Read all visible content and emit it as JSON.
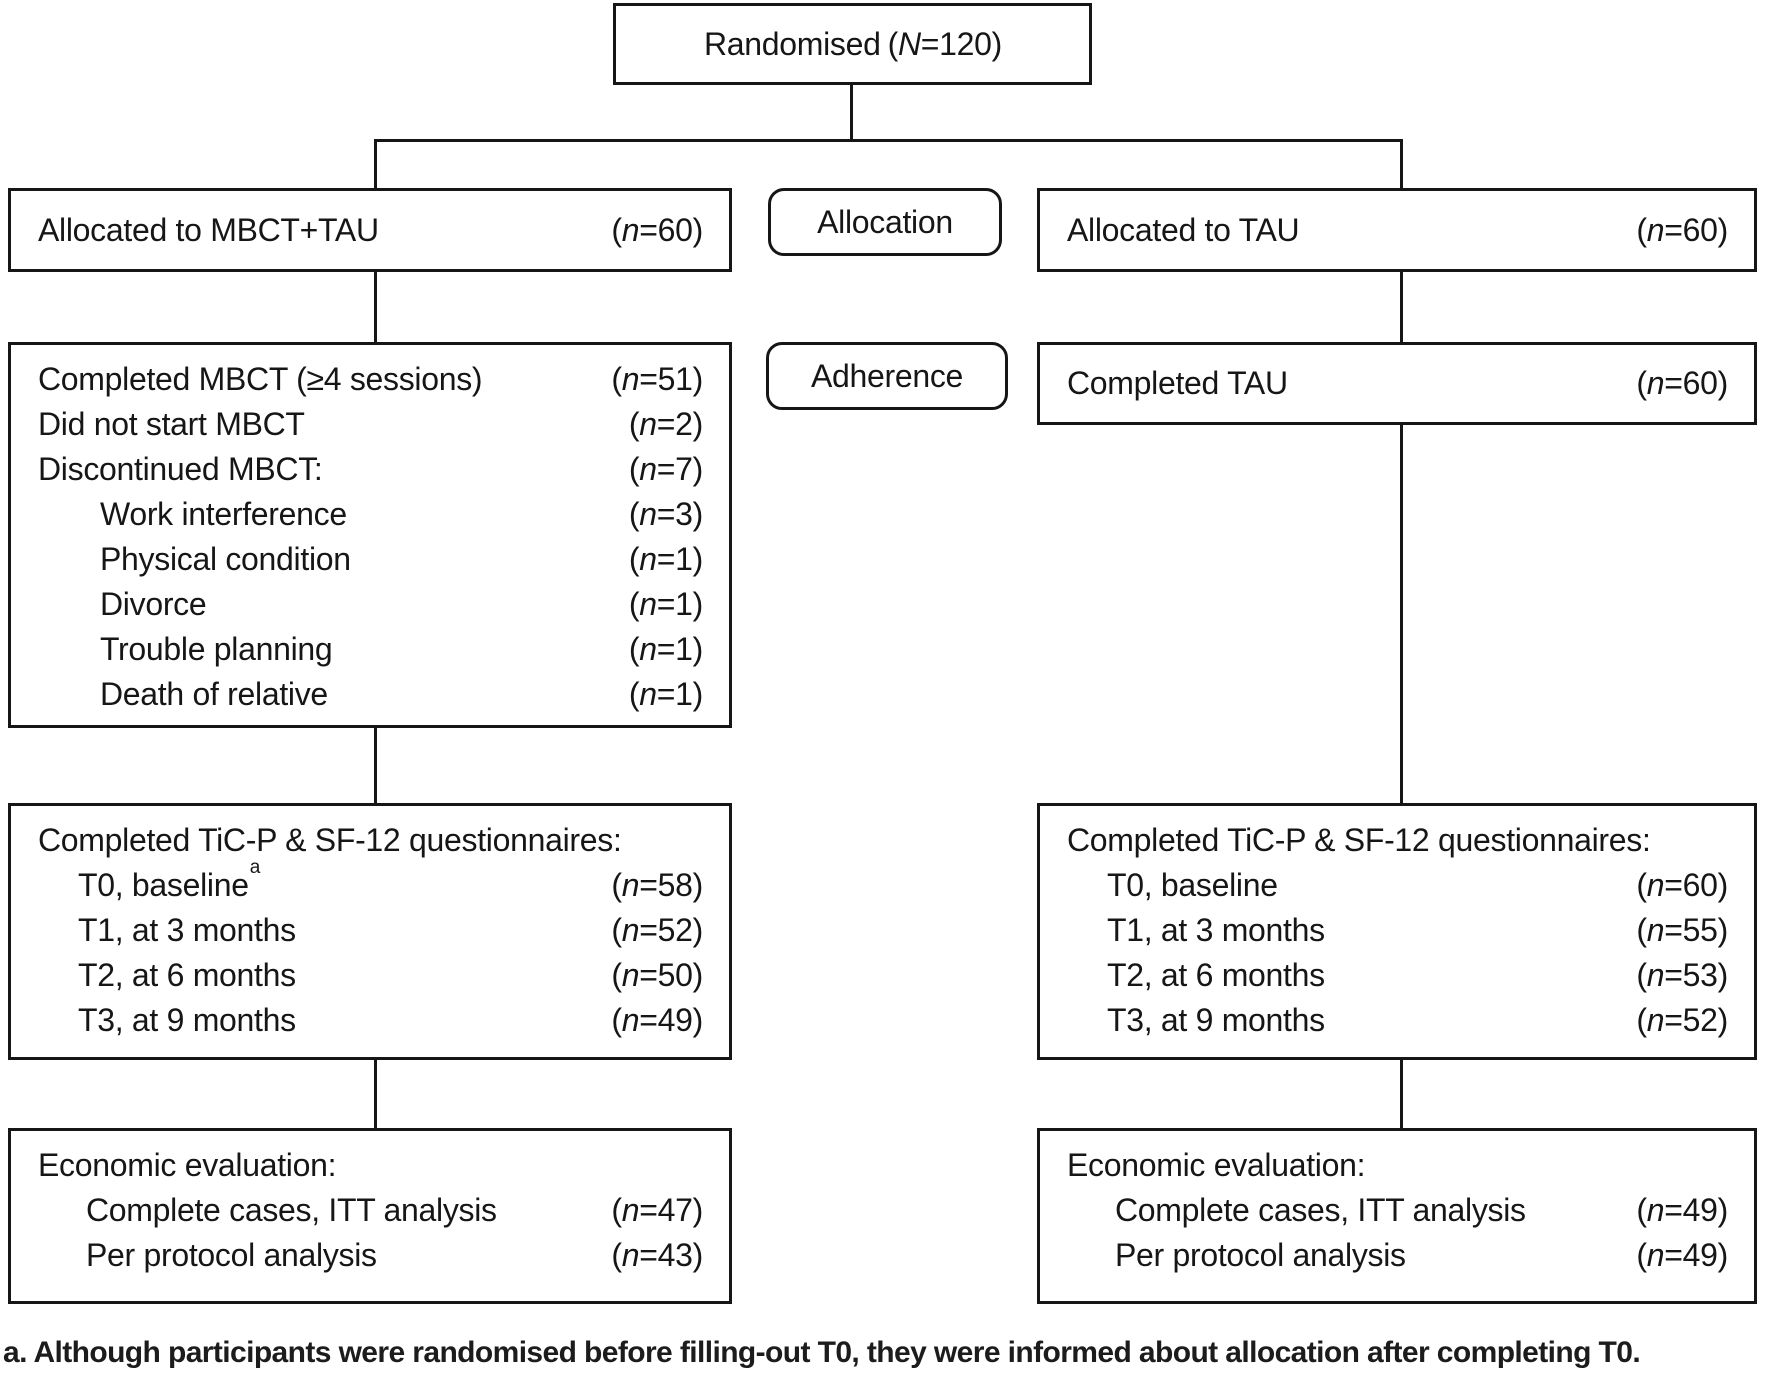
{
  "colors": {
    "ink": "#161616",
    "background": "#ffffff"
  },
  "randomised": {
    "label": "Randomised",
    "count": "(N=120)"
  },
  "stages": {
    "allocation": "Allocation",
    "adherence": "Adherence"
  },
  "mbct": {
    "allocation": {
      "rows": [
        {
          "label": "Allocated to MBCT+TAU",
          "count": "(n=60)",
          "indent": 0
        }
      ]
    },
    "adherence": {
      "rows": [
        {
          "label": "Completed MBCT (≥4 sessions)",
          "count": "(n=51)",
          "indent": 0
        },
        {
          "label": "Did not start MBCT",
          "count": "(n=2)",
          "indent": 0
        },
        {
          "label": "Discontinued MBCT:",
          "count": "(n=7)",
          "indent": 0
        },
        {
          "label": "Work interference",
          "count": "(n=3)",
          "indent": 1
        },
        {
          "label": "Physical condition",
          "count": "(n=1)",
          "indent": 1
        },
        {
          "label": "Divorce",
          "count": "(n=1)",
          "indent": 1
        },
        {
          "label": "Trouble planning",
          "count": "(n=1)",
          "indent": 1
        },
        {
          "label": "Death of relative",
          "count": "(n=1)",
          "indent": 1
        }
      ]
    },
    "questionnaires": {
      "rows": [
        {
          "label": "Completed TiC-P & SF-12 questionnaires:",
          "count": "",
          "indent": 0
        },
        {
          "label": "T0, baseline",
          "sup": "a",
          "count": "(n=58)",
          "indent": 1
        },
        {
          "label": "T1, at 3 months",
          "count": "(n=52)",
          "indent": 1
        },
        {
          "label": "T2, at 6 months",
          "count": "(n=50)",
          "indent": 1
        },
        {
          "label": "T3, at 9 months",
          "count": "(n=49)",
          "indent": 1
        }
      ]
    },
    "economic": {
      "rows": [
        {
          "label": "Economic evaluation:",
          "count": "",
          "indent": 0
        },
        {
          "label": "Complete cases, ITT analysis",
          "count": "(n=47)",
          "indent": 1
        },
        {
          "label": "Per protocol analysis",
          "count": "(n=43)",
          "indent": 1
        }
      ]
    }
  },
  "tau": {
    "allocation": {
      "rows": [
        {
          "label": "Allocated to TAU",
          "count": "(n=60)",
          "indent": 0
        }
      ]
    },
    "adherence": {
      "rows": [
        {
          "label": "Completed TAU",
          "count": "(n=60)",
          "indent": 0
        }
      ]
    },
    "questionnaires": {
      "rows": [
        {
          "label": "Completed TiC-P & SF-12 questionnaires:",
          "count": "",
          "indent": 0
        },
        {
          "label": "T0, baseline",
          "count": "(n=60)",
          "indent": 1
        },
        {
          "label": "T1, at 3 months",
          "count": "(n=55)",
          "indent": 1
        },
        {
          "label": "T2, at 6 months",
          "count": "(n=53)",
          "indent": 1
        },
        {
          "label": "T3, at 9 months",
          "count": "(n=52)",
          "indent": 1
        }
      ]
    },
    "economic": {
      "rows": [
        {
          "label": "Economic evaluation:",
          "count": "",
          "indent": 0
        },
        {
          "label": "Complete cases, ITT analysis",
          "count": "(n=49)",
          "indent": 1
        },
        {
          "label": "Per protocol analysis",
          "count": "(n=49)",
          "indent": 1
        }
      ]
    }
  },
  "footnote": "a. Although participants were randomised before filling-out T0, they were informed about allocation after completing T0."
}
